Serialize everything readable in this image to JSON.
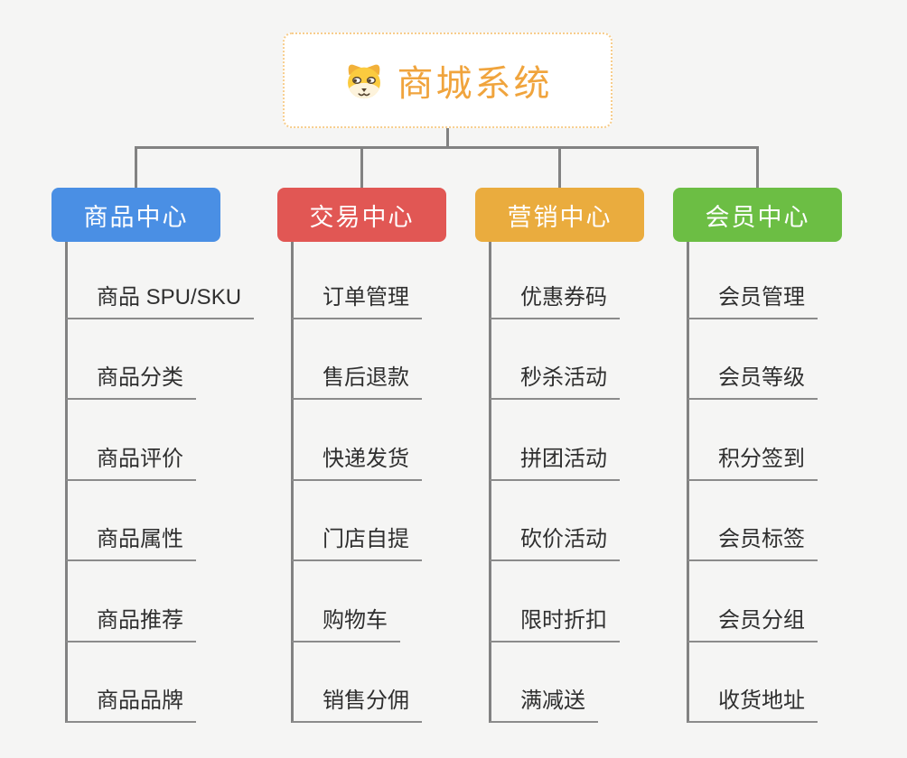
{
  "root": {
    "title": "商城系统",
    "icon": "dog-face-icon"
  },
  "branches": [
    {
      "label": "商品中心",
      "color": "#4A8FE4",
      "items": [
        "商品 SPU/SKU",
        "商品分类",
        "商品评价",
        "商品属性",
        "商品推荐",
        "商品品牌"
      ]
    },
    {
      "label": "交易中心",
      "color": "#E15754",
      "items": [
        "订单管理",
        "售后退款",
        "快递发货",
        "门店自提",
        "购物车",
        "销售分佣"
      ]
    },
    {
      "label": "营销中心",
      "color": "#EAAC3E",
      "items": [
        "优惠券码",
        "秒杀活动",
        "拼团活动",
        "砍价活动",
        "限时折扣",
        "满减送"
      ]
    },
    {
      "label": "会员中心",
      "color": "#6CBE44",
      "items": [
        "会员管理",
        "会员等级",
        "积分签到",
        "会员标签",
        "会员分组",
        "收货地址"
      ]
    }
  ],
  "colors": {
    "background": "#F5F5F4",
    "root_text": "#F0A43D",
    "root_border": "#F7CD8C",
    "connector": "#828282",
    "leaf_text": "#2F2F2F",
    "leaf_underline": "#8B8B8B"
  }
}
